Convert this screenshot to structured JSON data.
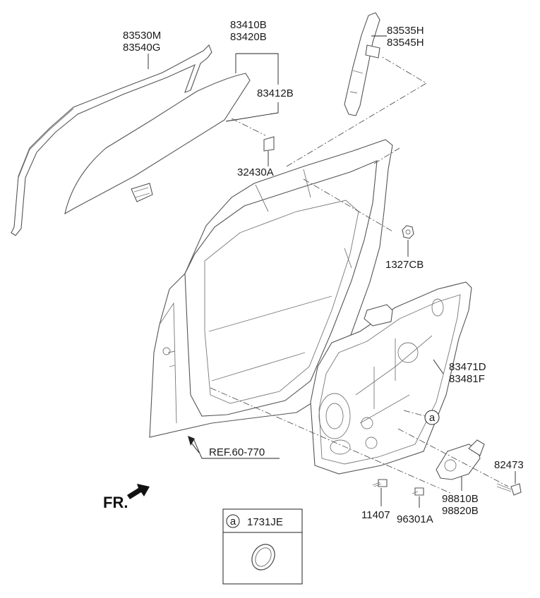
{
  "labels": {
    "run_channel_upper": "83530M",
    "run_channel_lower": "83540G",
    "glass_upper": "83410B",
    "glass_lower": "83420B",
    "glass_channel": "83412B",
    "sash_upper": "83535H",
    "sash_lower": "83545H",
    "pad": "32430A",
    "nut": "1327CB",
    "module_panel_upper": "83471D",
    "module_panel_lower": "83481F",
    "ref": "REF.60-770",
    "fr": "FR.",
    "bolt_11407": "11407",
    "clip_96301A": "96301A",
    "motor_upper": "98810B",
    "motor_lower": "98820B",
    "bolt_82473": "82473",
    "callout_letter": "a",
    "legend_letter": "a",
    "legend_part": "1731JE"
  }
}
